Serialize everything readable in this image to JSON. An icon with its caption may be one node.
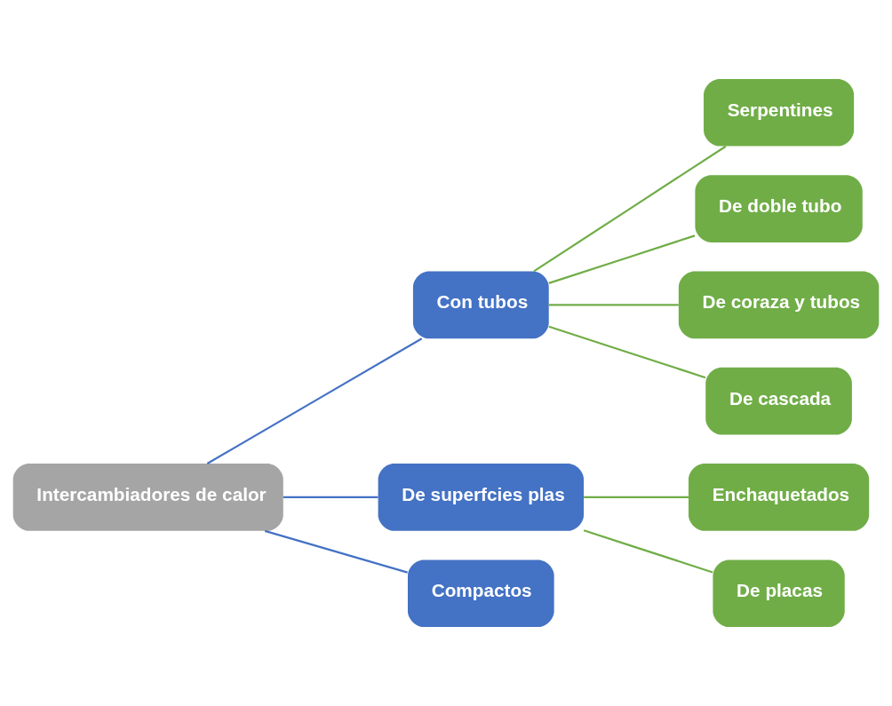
{
  "diagram": {
    "nodes": [
      {
        "text": [
          "Intercambiadores de calor"
        ]
      },
      {
        "text": [
          "Con tubos"
        ]
      },
      {
        "text": [
          "Serpentines"
        ]
      },
      {
        "text": [
          "De doble tubo"
        ]
      },
      {
        "text": [
          "De coraza y tubos"
        ]
      },
      {
        "text": [
          "De cascada"
        ]
      },
      {
        "text": [
          "De superfcies plas"
        ]
      },
      {
        "text": [
          "Enchaquetados"
        ]
      },
      {
        "text": [
          "De placas"
        ]
      },
      {
        "text": [
          "Compactos"
        ]
      }
    ],
    "edges": [
      {
        "from": 0,
        "to": 1,
        "arrow": "none",
        "color": "#4472c4"
      },
      {
        "from": 1,
        "to": 2,
        "arrow": "none"
      },
      {
        "from": 1,
        "to": 3,
        "arrow": "none"
      },
      {
        "from": 1,
        "to": 4,
        "arrow": "none"
      },
      {
        "from": 1,
        "to": 5,
        "arrow": "none"
      },
      {
        "from": 0,
        "to": 6,
        "arrow": "none",
        "color": "#4472c4"
      },
      {
        "from": 6,
        "to": 7,
        "arrow": "none"
      },
      {
        "from": 6,
        "to": 8,
        "arrow": "none"
      },
      {
        "from": 0,
        "to": 9,
        "arrow": "none",
        "color": "#4472c4"
      }
    ]
  }
}
